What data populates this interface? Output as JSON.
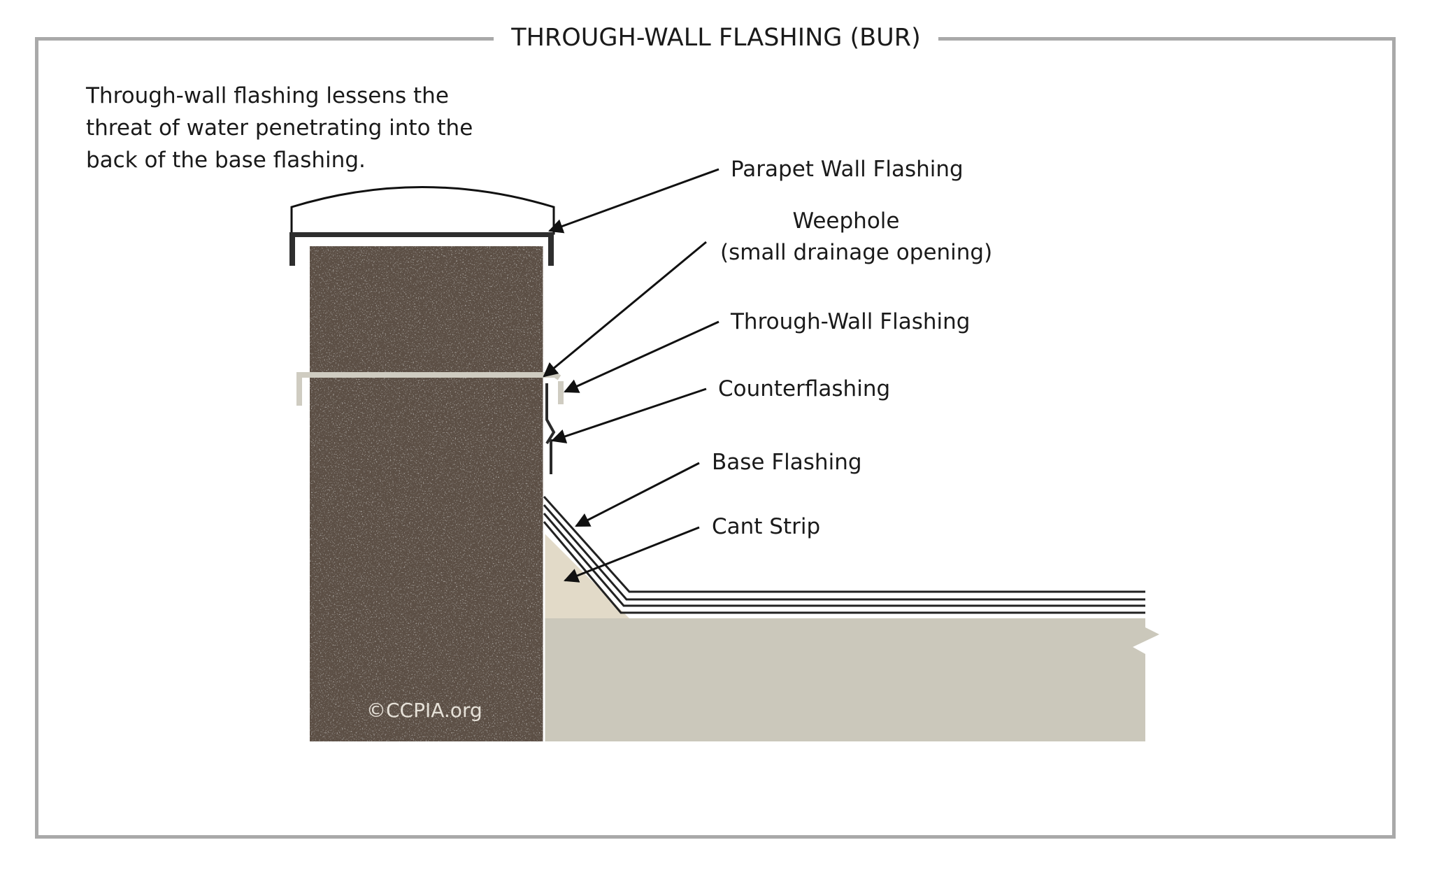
{
  "title": "THROUGH-WALL FLASHING (BUR)",
  "intro": [
    "Through-wall flashing lessens the",
    "threat of water penetrating into the",
    "back of the base flashing."
  ],
  "labels": {
    "parapet_wall_flashing": "Parapet Wall Flashing",
    "weephole_line1": "Weephole",
    "weephole_line2": "(small drainage opening)",
    "through_wall_flashing": "Through-Wall Flashing",
    "counterflashing": "Counterflashing",
    "base_flashing": "Base Flashing",
    "cant_strip": "Cant Strip"
  },
  "watermark": "©CCPIA.org",
  "colors": {
    "frame": "#a9a9a9",
    "masonry": "#5c5045",
    "deck": "#cbc8bb",
    "cant": "#e2dac8",
    "through_wall": "#cfccc1",
    "ink": "#1a1a1a"
  }
}
